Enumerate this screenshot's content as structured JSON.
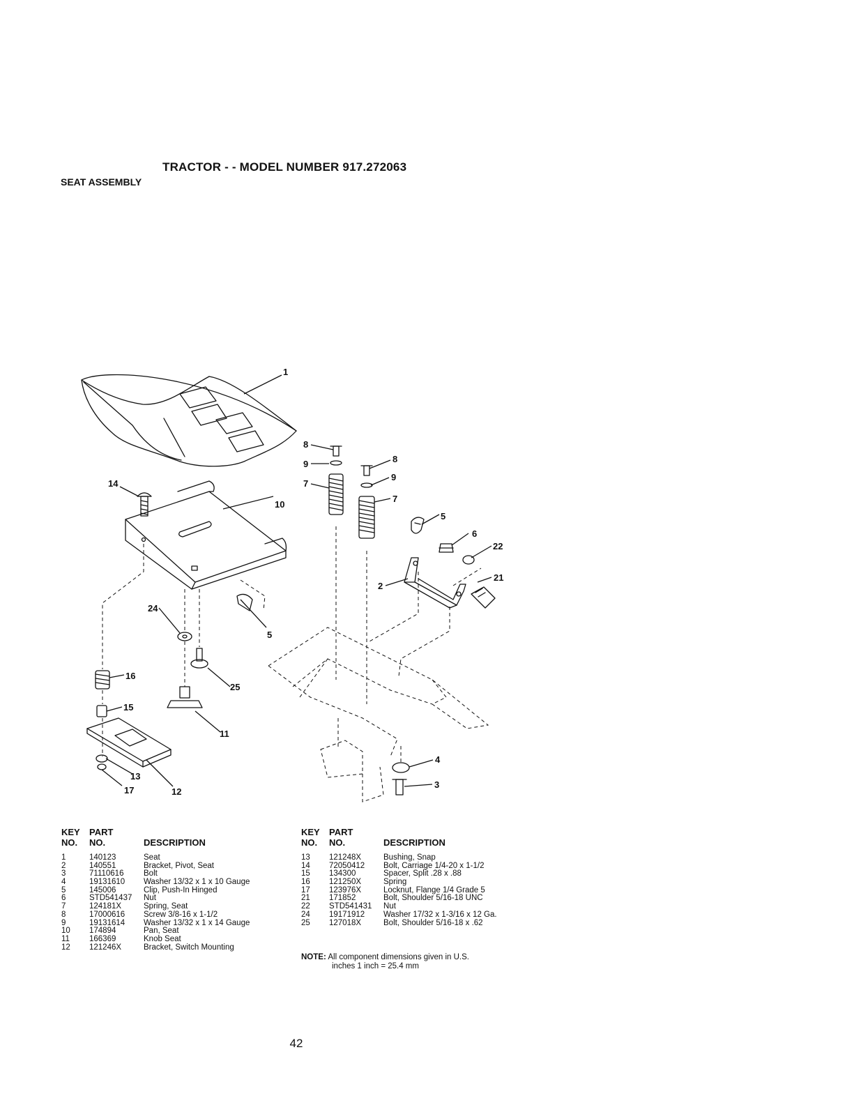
{
  "header": {
    "title": "TRACTOR - - MODEL NUMBER 917.272063",
    "section": "SEAT ASSEMBLY"
  },
  "table_headers": {
    "key": "KEY",
    "no": "NO.",
    "part": "PART",
    "part_no": "NO.",
    "description": "DESCRIPTION"
  },
  "parts_left": [
    {
      "key": "1",
      "part": "140123",
      "desc": "Seat"
    },
    {
      "key": "2",
      "part": "140551",
      "desc": "Bracket, Pivot, Seat"
    },
    {
      "key": "3",
      "part": "71110616",
      "desc": "Bolt"
    },
    {
      "key": "4",
      "part": "19131610",
      "desc": "Washer 13/32 x 1 x 10 Gauge"
    },
    {
      "key": "5",
      "part": "145006",
      "desc": "Clip, Push-In Hinged"
    },
    {
      "key": "6",
      "part": "STD541437",
      "desc": "Nut"
    },
    {
      "key": "7",
      "part": "124181X",
      "desc": "Spring, Seat"
    },
    {
      "key": "8",
      "part": "17000616",
      "desc": "Screw 3/8-16 x 1-1/2"
    },
    {
      "key": "9",
      "part": "19131614",
      "desc": "Washer 13/32 x 1 x 14 Gauge"
    },
    {
      "key": "10",
      "part": "174894",
      "desc": "Pan, Seat"
    },
    {
      "key": "11",
      "part": "166369",
      "desc": "Knob Seat"
    },
    {
      "key": "12",
      "part": "121246X",
      "desc": "Bracket, Switch Mounting"
    }
  ],
  "parts_right": [
    {
      "key": "13",
      "part": "121248X",
      "desc": "Bushing, Snap"
    },
    {
      "key": "14",
      "part": "72050412",
      "desc": "Bolt, Carriage 1/4-20 x 1-1/2"
    },
    {
      "key": "15",
      "part": "134300",
      "desc": "Spacer, Split .28 x .88"
    },
    {
      "key": "16",
      "part": "121250X",
      "desc": "Spring"
    },
    {
      "key": "17",
      "part": "123976X",
      "desc": "Locknut, Flange 1/4 Grade 5"
    },
    {
      "key": "21",
      "part": "171852",
      "desc": "Bolt, Shoulder 5/16-18 UNC"
    },
    {
      "key": "22",
      "part": "STD541431",
      "desc": "Nut"
    },
    {
      "key": "24",
      "part": "19171912",
      "desc": "Washer 17/32 x 1-3/16 x 12 Ga."
    },
    {
      "key": "25",
      "part": "127018X",
      "desc": "Bolt, Shoulder 5/16-18 x .62"
    }
  ],
  "note": {
    "label": "NOTE:",
    "line1": "All component dimensions given in U.S.",
    "line2": "inches 1 inch = 25.4 mm"
  },
  "callouts": {
    "c1": "1",
    "c10": "10",
    "c14": "14",
    "c8a": "8",
    "c9a": "9",
    "c7a": "7",
    "c8b": "8",
    "c9b": "9",
    "c7b": "7",
    "c5a": "5",
    "c6": "6",
    "c22": "22",
    "c21": "21",
    "c2": "2",
    "c24": "24",
    "c5b": "5",
    "c16": "16",
    "c25": "25",
    "c15": "15",
    "c11": "11",
    "c13": "13",
    "c17": "17",
    "c12": "12",
    "c4": "4",
    "c3": "3"
  },
  "page_number": "42"
}
